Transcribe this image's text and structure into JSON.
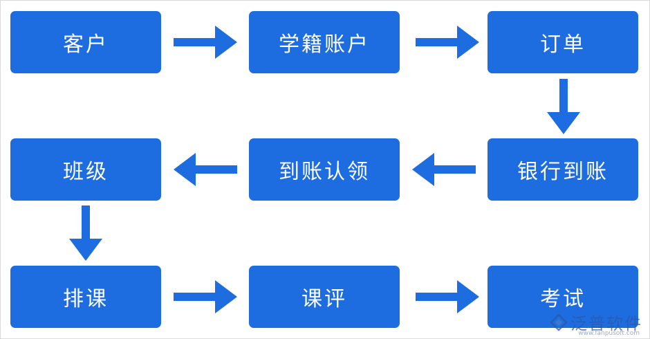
{
  "diagram": {
    "nodes": [
      {
        "id": "customer",
        "label": "客户"
      },
      {
        "id": "student-account",
        "label": "学籍账户"
      },
      {
        "id": "order",
        "label": "订单"
      },
      {
        "id": "bank-receipt",
        "label": "银行到账"
      },
      {
        "id": "payment-claim",
        "label": "到账认领"
      },
      {
        "id": "class",
        "label": "班级"
      },
      {
        "id": "scheduling",
        "label": "排课"
      },
      {
        "id": "course-evaluation",
        "label": "课评"
      },
      {
        "id": "exam",
        "label": "考试"
      }
    ],
    "edges": [
      {
        "from": "customer",
        "to": "student-account"
      },
      {
        "from": "student-account",
        "to": "order"
      },
      {
        "from": "order",
        "to": "bank-receipt"
      },
      {
        "from": "bank-receipt",
        "to": "payment-claim"
      },
      {
        "from": "payment-claim",
        "to": "class"
      },
      {
        "from": "class",
        "to": "scheduling"
      },
      {
        "from": "scheduling",
        "to": "course-evaluation"
      },
      {
        "from": "course-evaluation",
        "to": "exam"
      }
    ],
    "colors": {
      "node_fill": "#1d6de0",
      "node_text": "#ffffff",
      "arrow": "#1d6de0"
    }
  },
  "watermark": {
    "brand": "泛普软件",
    "url": "www.fanpusoft.com"
  }
}
